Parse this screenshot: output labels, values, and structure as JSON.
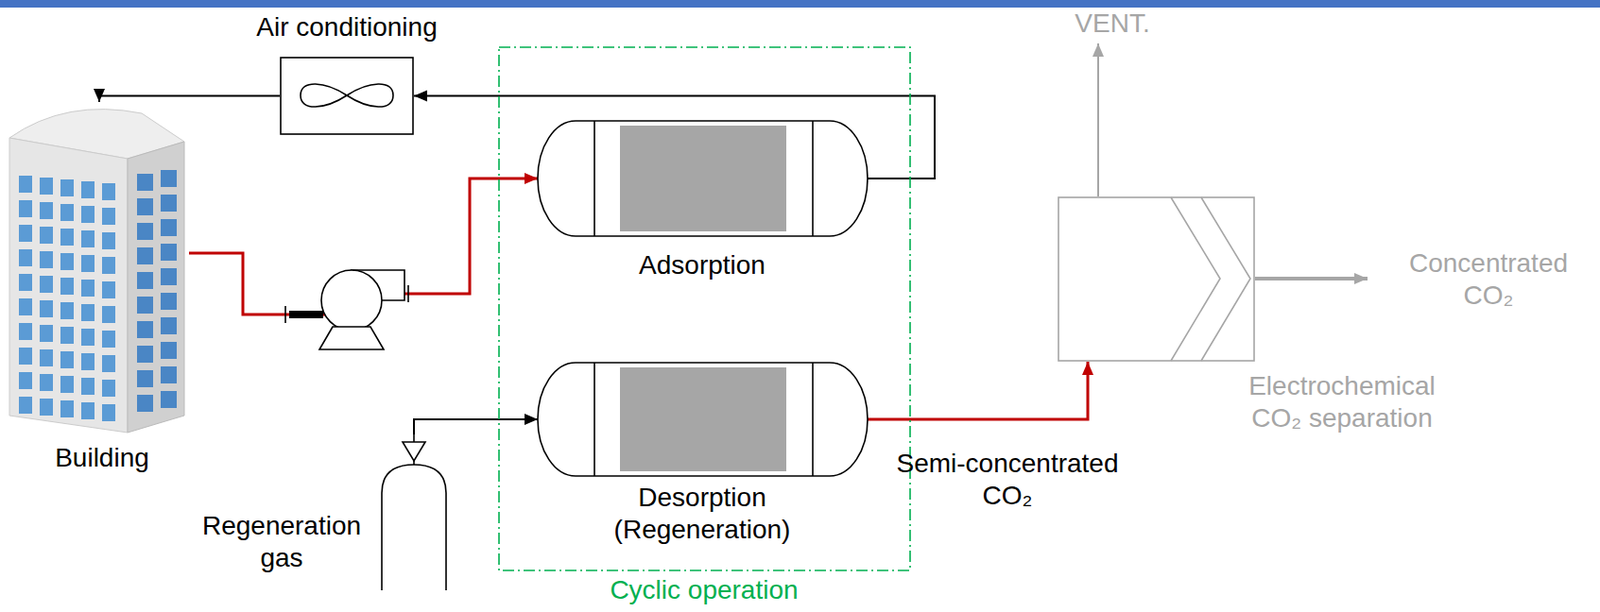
{
  "diagram": {
    "nodes": [
      {
        "text": [
          "Air conditioning"
        ]
      },
      {
        "text": [
          "Building"
        ]
      },
      {
        "text": [
          "Cyclic operation"
        ]
      },
      {
        "text": [
          "Adsorption"
        ],
        "in": 2
      },
      {
        "text": [
          "Desorption (Regeneration)"
        ],
        "in": 2
      },
      {
        "text": [
          "Regeneration gas"
        ]
      },
      {
        "text": [
          "Electrochemical CO₂ separation"
        ]
      }
    ],
    "edges": [
      {
        "from": 3,
        "to": 0,
        "arrow": "to"
      },
      {
        "from": 0,
        "to": 1,
        "arrow": "to"
      },
      {
        "from": 1,
        "to": 3,
        "arrow": "to"
      },
      {
        "from": 4,
        "to": 6,
        "label": "Semi-concentrated CO₂",
        "arrow": "to"
      },
      {
        "from": 5,
        "to": 4,
        "arrow": "to"
      }
    ],
    "labels": [
      "VENT.",
      "Concentrated CO₂"
    ]
  }
}
